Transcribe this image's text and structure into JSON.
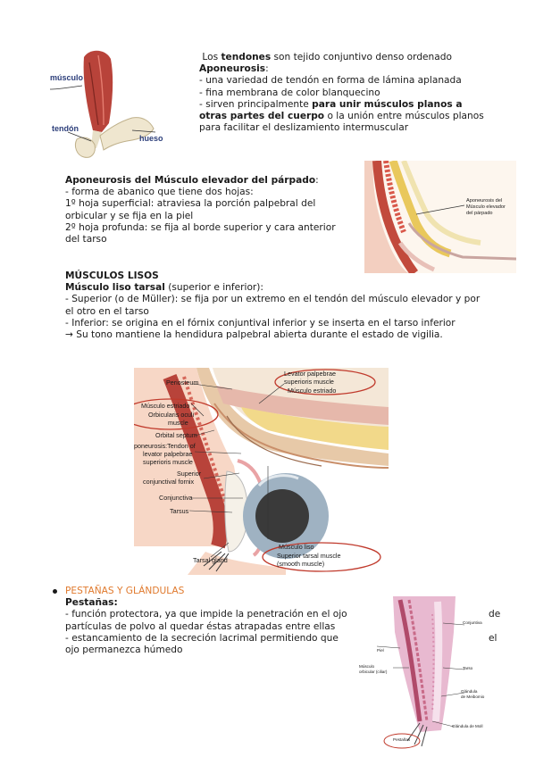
{
  "section1": {
    "line1_pre": "Los ",
    "line1_bold": "tendones",
    "line1_post": " son tejido conjuntivo denso ordenado",
    "heading": "Aponeurosis",
    "heading_colon": ":",
    "line3": " - una variedad de tendón en forma de lámina aplanada",
    "line4": "- fina membrana de color blanquecino",
    "line5_pre": "- sirven principalmente ",
    "line5_bold": "para unir músculos planos a",
    "line6_bold": "otras partes del cuerpo",
    "line6_post": " o la unión entre músculos planos",
    "line7": "para facilitar el deslizamiento intermuscular"
  },
  "fig1": {
    "label_muscle": "músculo",
    "label_tendon": "tendón",
    "label_bone": "hueso"
  },
  "section2": {
    "heading": "Aponeurosis del Músculo elevador del párpado",
    "heading_colon": ":",
    "line1": " - forma de abanico que tiene dos hojas:",
    "line2": " 1º hoja superficial: atraviesa la porción palpebral del",
    "line3": "orbicular y se fija en la piel",
    "line4": " 2º hoja profunda: se fija al borde superior y cara anterior",
    "line5": "del tarso"
  },
  "fig2": {
    "label1": "Aponeurosis del",
    "label2": "Músculo elevador",
    "label3": "del párpado"
  },
  "section3": {
    "heading": "MÚSCULOS LISOS",
    "subheading": "Músculo liso tarsal",
    "subheading_post": " (superior e inferior):",
    "line1": " - Superior (o de Müller): se fija por un extremo en el tendón del músculo elevador y por",
    "line2": "el otro en el tarso",
    "line3": " - Inferior: se origina en el fórnix conjuntival inferior y se inserta en el tarso inferior",
    "line4": " → Su tono mantiene la hendidura palpebral abierta durante el estado de vigilia."
  },
  "fig3": {
    "periosteum": "Periosteum",
    "levator1": "Levator palpebrae",
    "levator2": "superioris muscle",
    "musculo_estriado_top": "Músculo estriado",
    "musculo_estriado_left": "Músculo estriado",
    "orbicularis1": "Orbicularis oculi",
    "orbicularis2": "muscle",
    "orbital_septum": "Orbital septum",
    "aponeurosis1": "poneurosis:Tendon of",
    "aponeurosis2": "levator palpebrae",
    "aponeurosis3": "superioris muscle",
    "fornix1": "Superior",
    "fornix2": "conjunctival fornix",
    "conjunctiva": "Conjunctiva",
    "tarsus": "Tarsus",
    "tarsal_gland": "Tarsal gland",
    "musculo_liso": "Músculo liso",
    "superior_tarsal1": "Superior tarsal muscle",
    "superior_tarsal2": "(smooth muscle)"
  },
  "section4": {
    "bullet_title": "PESTAÑAS Y GLÁNDULAS",
    "heading": "Pestañas:",
    "line1": " - función protectora, ya que impide la penetración en el ojo",
    "line1_end": "de",
    "line2": "partículas de polvo al quedar éstas atrapadas entre ellas",
    "line3": " - estancamiento de la secreción lacrimal permitiendo que",
    "line3_end": "el",
    "line4": "ojo permanezca húmedo"
  },
  "fig4": {
    "piel": "Piel",
    "conjuntiva": "Conjuntiva",
    "musculo1": "Músculo",
    "musculo2": "orbicular (ciliar)",
    "tarso": "Tarso",
    "glandula_meibomio1": "Glándula",
    "glandula_meibomio2": "de Meibomio",
    "glandula_moll": "Glándula de Moll",
    "pestanas": "Pestañas"
  },
  "colors": {
    "accent_orange": "#e07a2e",
    "annotation_red": "#c0392b",
    "muscle_red": "#b8433a",
    "fat_yellow": "#f2d98a"
  }
}
